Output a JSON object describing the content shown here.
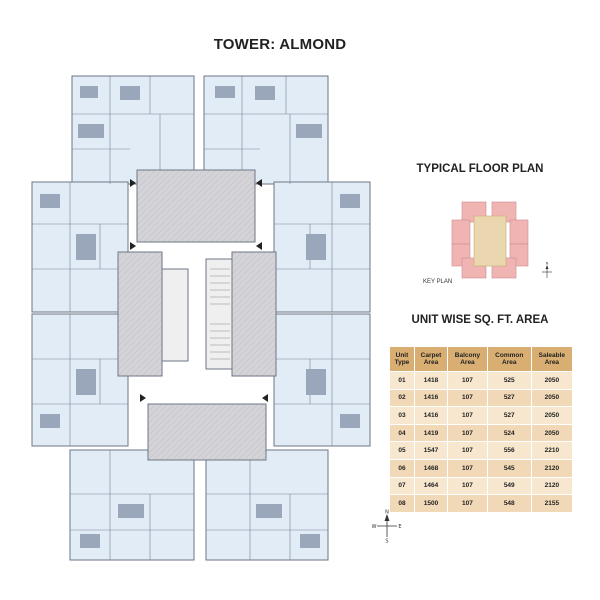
{
  "title": "TOWER: ALMOND",
  "typical_floor_plan": "TYPICAL FLOOR PLAN",
  "key_plan_label": "KEY PLAN",
  "area_table": {
    "title": "UNIT WISE SQ. FT. AREA",
    "headers": [
      "Unit\nType",
      "Carpet\nArea",
      "Balcony\nArea",
      "Common\nArea",
      "Saleable\nArea"
    ],
    "rows": [
      [
        "01",
        "1418",
        "107",
        "525",
        "2050"
      ],
      [
        "02",
        "1416",
        "107",
        "527",
        "2050"
      ],
      [
        "03",
        "1416",
        "107",
        "527",
        "2050"
      ],
      [
        "04",
        "1419",
        "107",
        "524",
        "2050"
      ],
      [
        "05",
        "1547",
        "107",
        "556",
        "2210"
      ],
      [
        "06",
        "1468",
        "107",
        "545",
        "2120"
      ],
      [
        "07",
        "1464",
        "107",
        "549",
        "2120"
      ],
      [
        "08",
        "1500",
        "107",
        "548",
        "2155"
      ]
    ]
  },
  "compass": {
    "n": "N",
    "s": "S",
    "e": "E",
    "w": "W"
  },
  "colors": {
    "header_bg": "#d9ae73",
    "row_bg": "#f7e7cf",
    "unit_fill": "#e1ecf7",
    "core_fill": "#d2d2d6",
    "key_plan_fill": "#f0b5b3",
    "key_plan_highlight": "#ead7b0"
  }
}
